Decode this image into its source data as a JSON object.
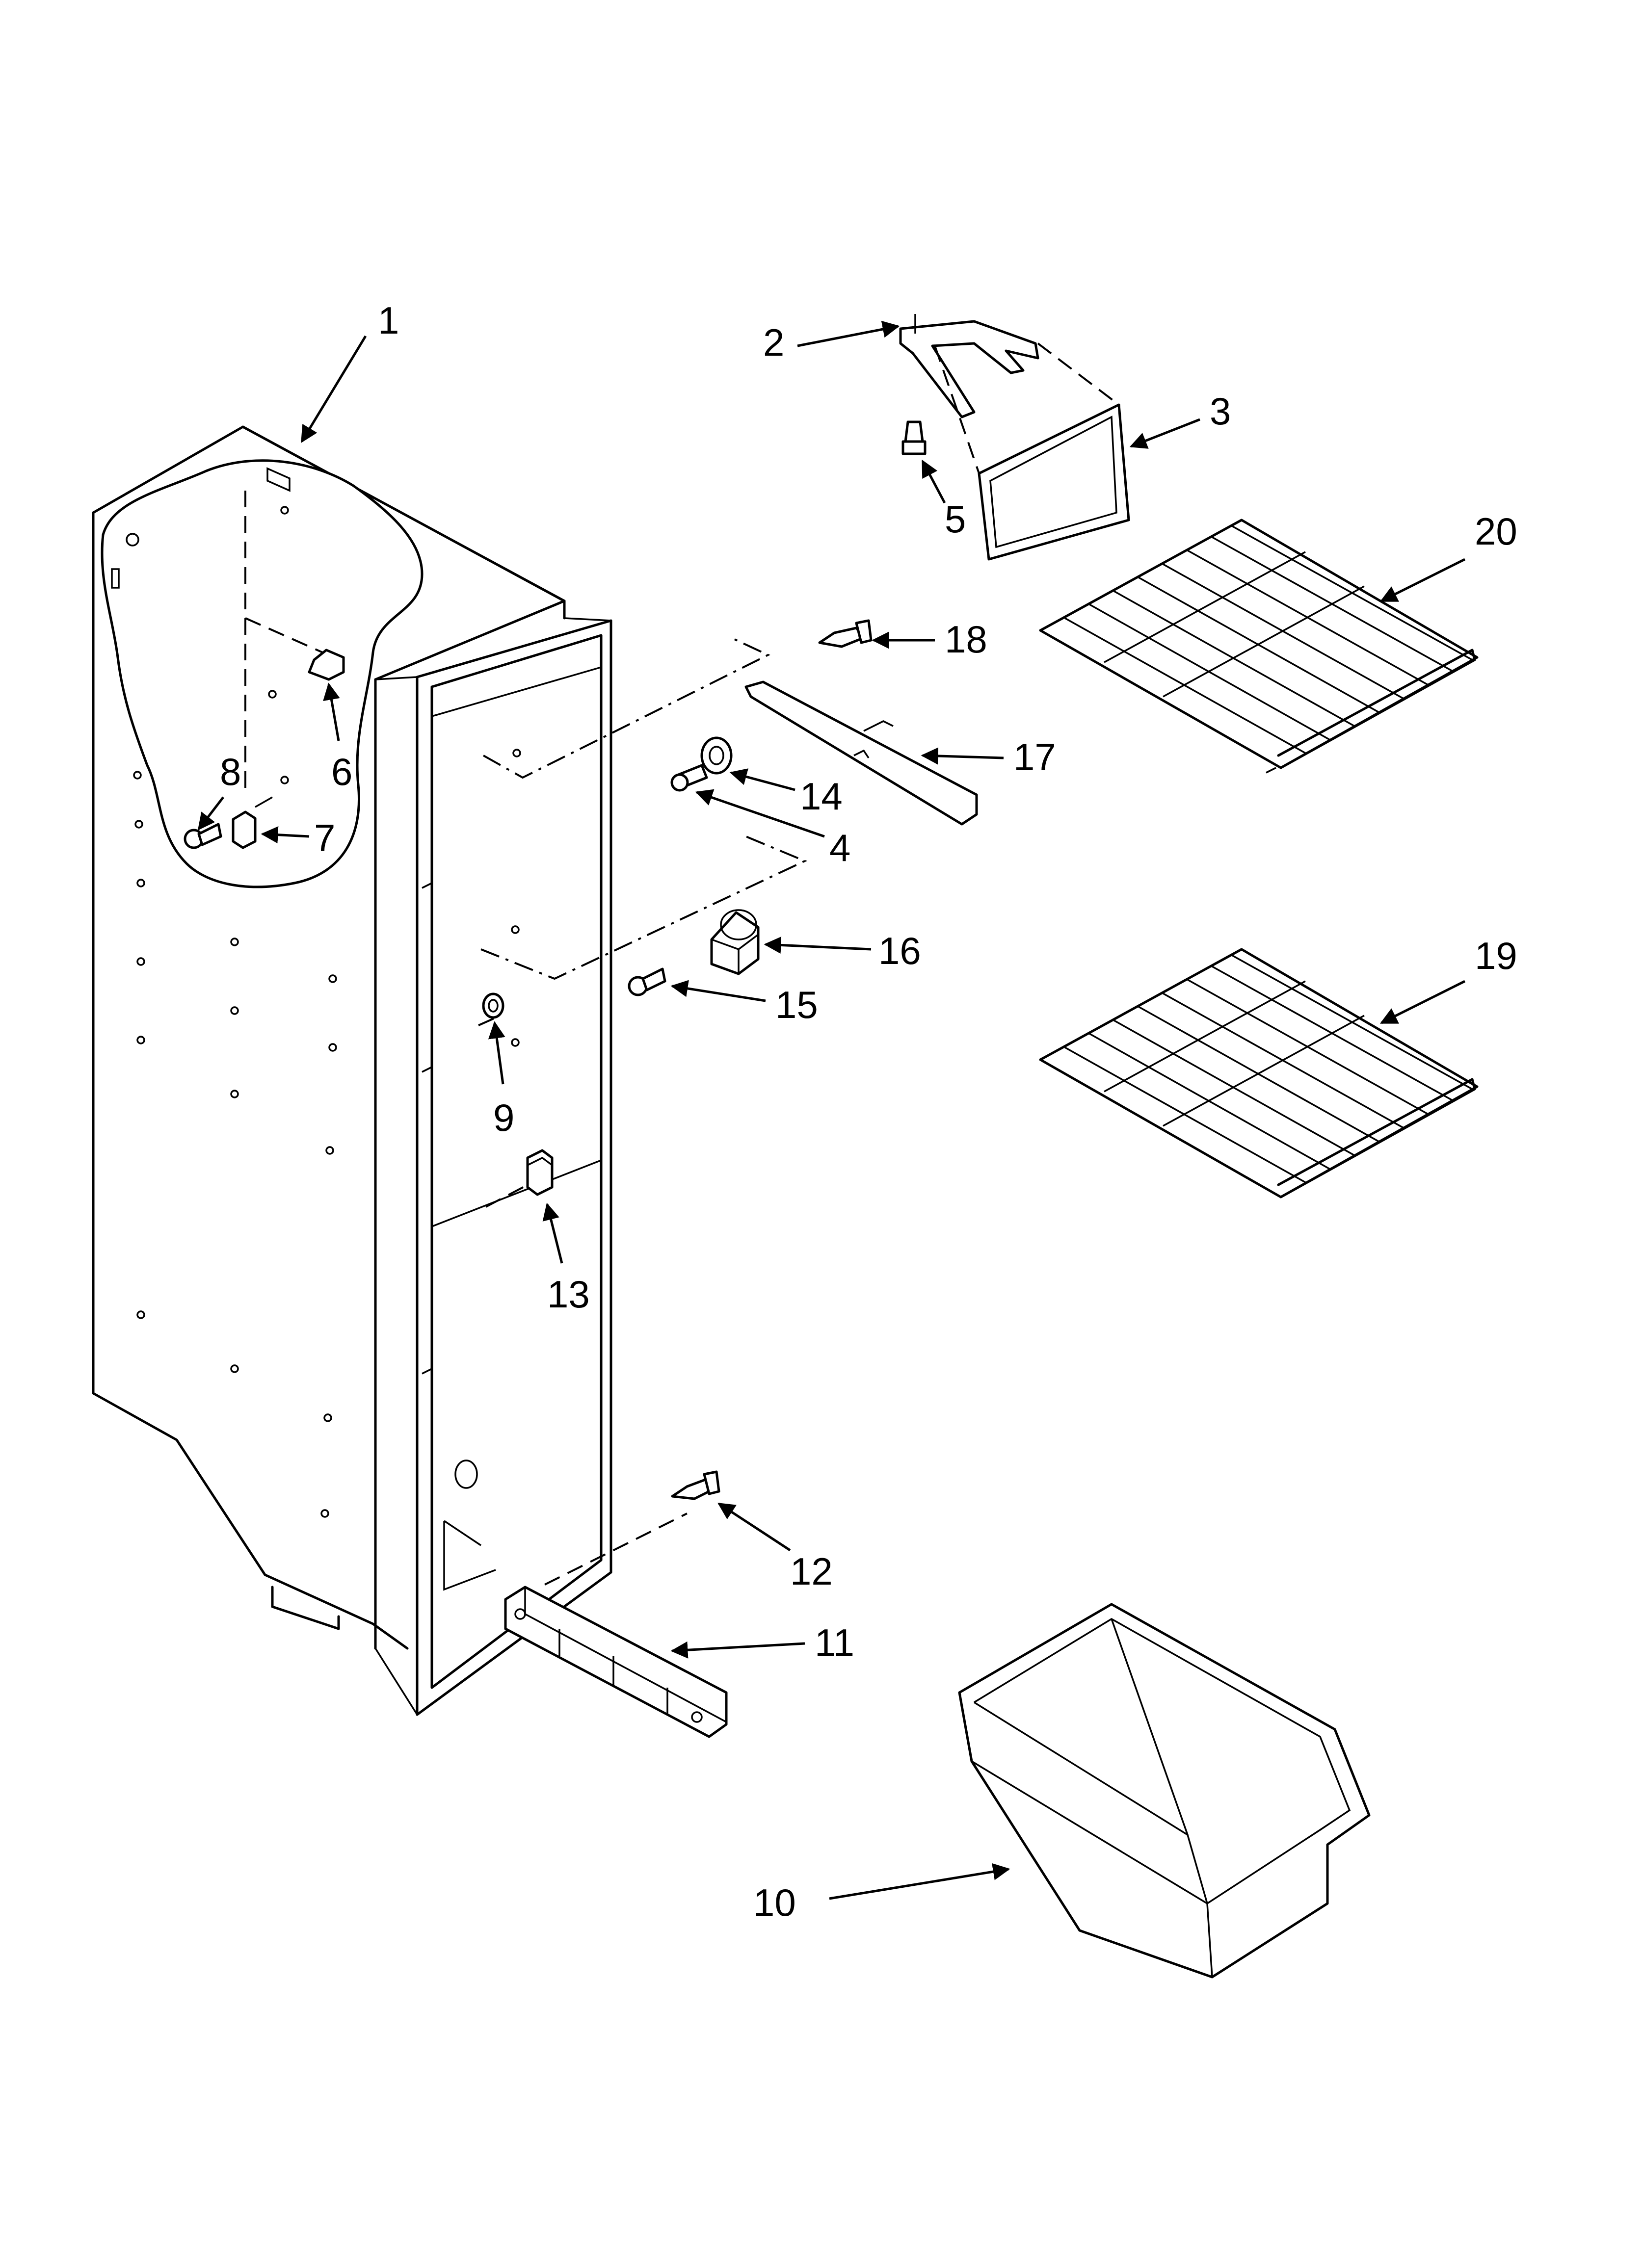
{
  "colors": {
    "line": "#000000",
    "background": "#ffffff"
  },
  "callouts": [
    {
      "id": "c1",
      "label": "1"
    },
    {
      "id": "c2",
      "label": "2"
    },
    {
      "id": "c3",
      "label": "3"
    },
    {
      "id": "c4",
      "label": "4"
    },
    {
      "id": "c5",
      "label": "5"
    },
    {
      "id": "c6",
      "label": "6"
    },
    {
      "id": "c7",
      "label": "7"
    },
    {
      "id": "c8",
      "label": "8"
    },
    {
      "id": "c9",
      "label": "9"
    },
    {
      "id": "c10",
      "label": "10"
    },
    {
      "id": "c11",
      "label": "11"
    },
    {
      "id": "c12",
      "label": "12"
    },
    {
      "id": "c13",
      "label": "13"
    },
    {
      "id": "c14",
      "label": "14"
    },
    {
      "id": "c15",
      "label": "15"
    },
    {
      "id": "c16",
      "label": "16"
    },
    {
      "id": "c17",
      "label": "17"
    },
    {
      "id": "c18",
      "label": "18"
    },
    {
      "id": "c19",
      "label": "19"
    },
    {
      "id": "c20",
      "label": "20"
    }
  ]
}
